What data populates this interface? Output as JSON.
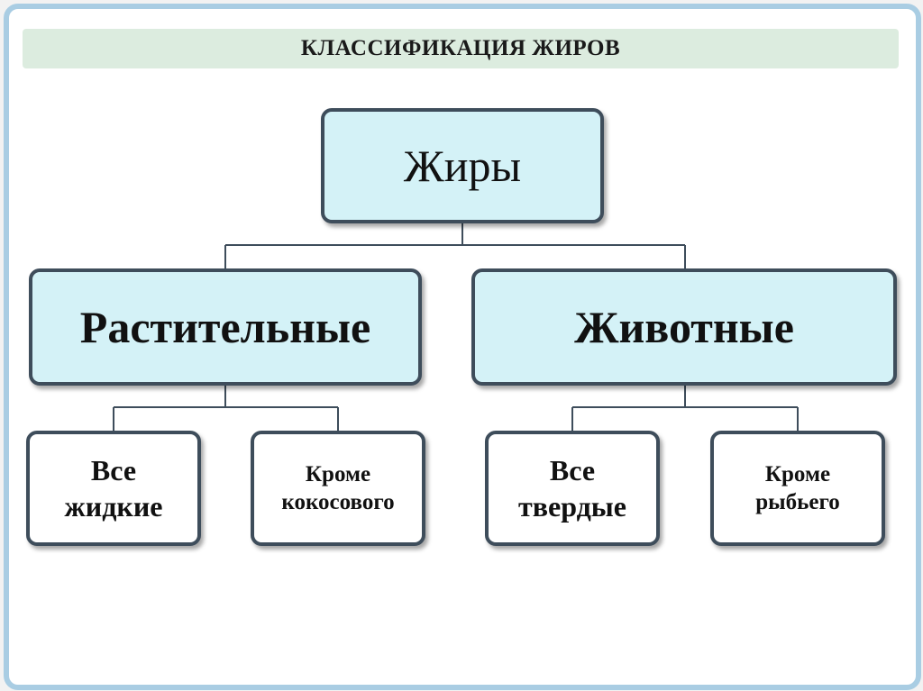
{
  "title": "КЛАССИФИКАЦИЯ ЖИРОВ",
  "root": "Жиры",
  "plant": {
    "label": "Растительные",
    "children": [
      "Все\nжидкие",
      "Кроме\nкокосового"
    ]
  },
  "animal": {
    "label": "Животные",
    "children": [
      "Все\nтвердые",
      "Кроме\nрыбьего"
    ]
  },
  "colors": {
    "frame": "#a9cde3",
    "title_bar": "#dcecdf",
    "box_fill": "#d4f2f7",
    "box_border": "#3e4d5b"
  }
}
